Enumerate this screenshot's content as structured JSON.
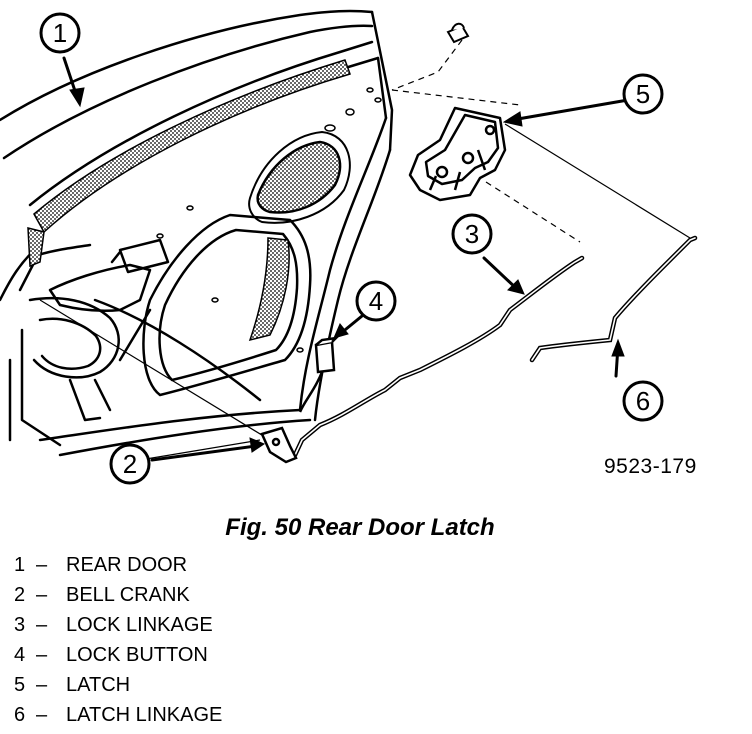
{
  "diagram": {
    "callouts": [
      "1",
      "2",
      "3",
      "4",
      "5",
      "6"
    ],
    "figure_id": "9523-179",
    "caption": "Fig. 50 Rear Door Latch"
  },
  "legend": [
    {
      "num": "1",
      "sep": "–",
      "label": "REAR DOOR"
    },
    {
      "num": "2",
      "sep": "–",
      "label": "BELL CRANK"
    },
    {
      "num": "3",
      "sep": "–",
      "label": "LOCK LINKAGE"
    },
    {
      "num": "4",
      "sep": "–",
      "label": "LOCK BUTTON"
    },
    {
      "num": "5",
      "sep": "–",
      "label": "LATCH"
    },
    {
      "num": "6",
      "sep": "–",
      "label": "LATCH LINKAGE"
    }
  ]
}
